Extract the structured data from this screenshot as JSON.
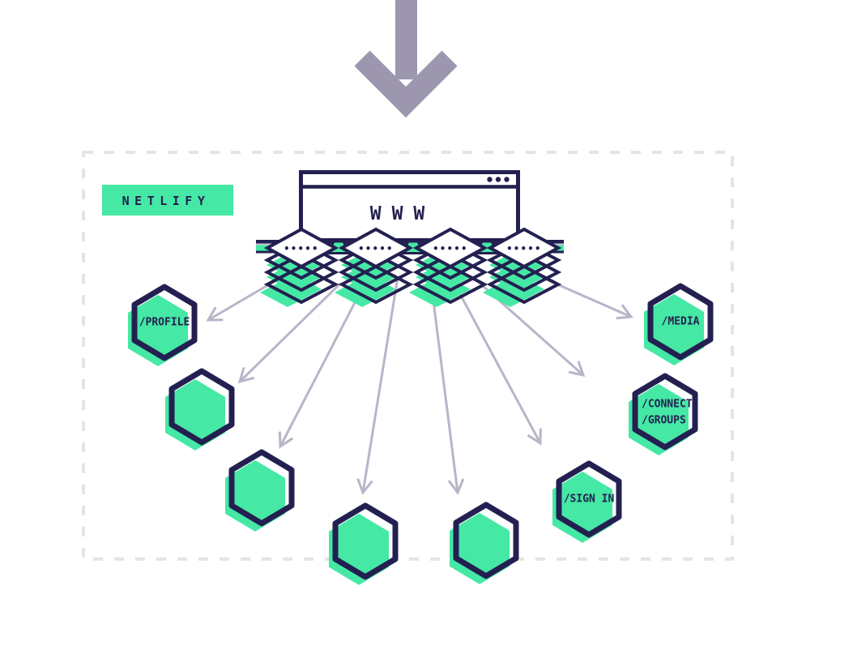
{
  "colors": {
    "green": "#45E8A4",
    "navy": "#232051",
    "arrow_gray": "#B9B5C8",
    "big_arrow": "#9C97AE",
    "dash_gray": "#E4E4E4",
    "band_shadow_gray": "#C9C8D6"
  },
  "netlify_badge": {
    "label": "NETLIFY"
  },
  "browser": {
    "label": "WWW",
    "menu_icon": "ellipsis-icon"
  },
  "cdn_stacks": [
    {
      "dots_icon": "•••••"
    },
    {
      "dots_icon": "•••••"
    },
    {
      "dots_icon": "•••••"
    },
    {
      "dots_icon": "•••••"
    }
  ],
  "services": {
    "profile": {
      "label": "/PROFILE"
    },
    "media": {
      "label": "/MEDIA"
    },
    "connect_groups": {
      "label_lines": [
        "/CONNECT",
        "/GROUPS"
      ]
    },
    "sign_in": {
      "label": "/SIGN IN"
    }
  }
}
